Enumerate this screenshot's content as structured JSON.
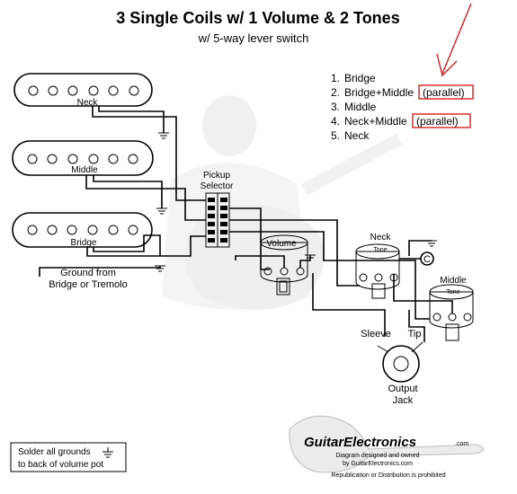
{
  "title": "3 Single Coils w/ 1 Volume & 2 Tones",
  "subtitle": "w/ 5-way lever switch",
  "pickups": {
    "neck": "Neck",
    "middle": "Middle",
    "bridge": "Bridge"
  },
  "selector_label": "Pickup Selector",
  "ground_label": "Ground from Bridge or Tremolo",
  "pots": {
    "volume": "Volume",
    "neck_tone_line1": "Neck",
    "neck_tone_line2": "Tone",
    "middle_tone_line1": "Middle",
    "middle_tone_line2": "Tone"
  },
  "positions": [
    {
      "num": "1.",
      "text": "Bridge",
      "note": ""
    },
    {
      "num": "2.",
      "text": "Bridge+Middle",
      "note": "(parallel)"
    },
    {
      "num": "3.",
      "text": "Middle",
      "note": ""
    },
    {
      "num": "4.",
      "text": "Neck+Middle",
      "note": "(parallel)"
    },
    {
      "num": "5.",
      "text": "Neck",
      "note": ""
    }
  ],
  "jack": {
    "sleeve": "Sleeve",
    "tip": "Tip",
    "label": "Output Jack"
  },
  "note_box": "Solder all grounds to back of volume pot",
  "brand": {
    "name": "GuitarElectronics",
    "suffix": ".com",
    "designed": "Diagram designed and owned",
    "by": "by GuitarElectronics.com",
    "rights": "Republication or Distribution is prohibited"
  },
  "colors": {
    "wire": "#000000",
    "highlight": "#d62020",
    "watermark": "#d9d9d9"
  }
}
